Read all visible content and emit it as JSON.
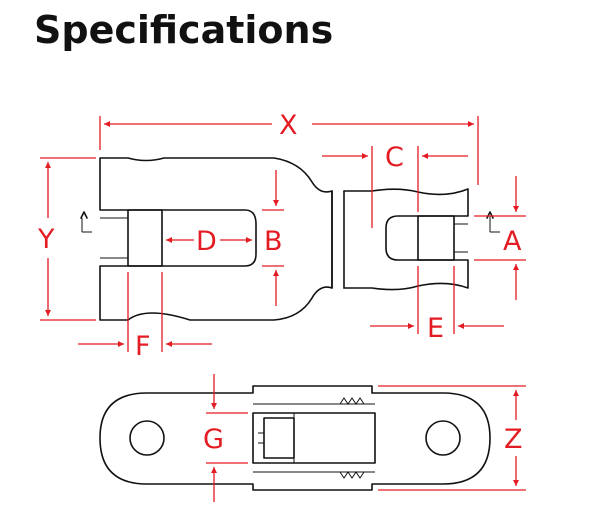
{
  "page": {
    "title": "Specifications"
  },
  "diagram": {
    "labels": {
      "x": "X",
      "y": "Y",
      "c": "C",
      "a": "A",
      "b": "B",
      "d": "D",
      "e": "E",
      "f": "F",
      "g": "G",
      "z": "Z"
    },
    "colors": {
      "dimension": "#e31b23",
      "outline": "#111111",
      "background": "#ffffff"
    }
  }
}
